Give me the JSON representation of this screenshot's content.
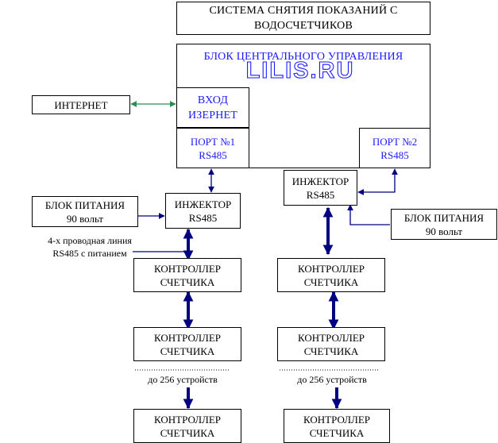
{
  "title": {
    "line1": "СИСТЕМА СНЯТИЯ ПОКАЗАНИЙ С",
    "line2": "ВОДОСЧЕТЧИКОВ"
  },
  "central_unit": {
    "label": "БЛОК ЦЕНТРАЛЬНОГО УПРАВЛЕНИЯ",
    "logo": "LILIS.RU"
  },
  "ethernet_input": {
    "line1": "ВХОД",
    "line2": "ИЗЕРНЕТ"
  },
  "internet": {
    "label": "ИНТЕРНЕТ"
  },
  "port1": {
    "line1": "ПОРТ №1",
    "line2": "RS485"
  },
  "port2": {
    "line1": "ПОРТ №2",
    "line2": "RS485"
  },
  "injector_left": {
    "line1": "ИНЖЕКТОР",
    "line2": "RS485"
  },
  "injector_right": {
    "line1": "ИНЖЕКТОР",
    "line2": "RS485"
  },
  "power_left": {
    "line1": "БЛОК ПИТАНИЯ",
    "line2": "90 вольт"
  },
  "power_right": {
    "line1": "БЛОК ПИТАНИЯ",
    "line2": "90 вольт"
  },
  "wire_note": {
    "line1": "4-х проводная линия",
    "line2": "RS485 с питанием"
  },
  "controller": {
    "line1": "КОНТРОЛЛЕР",
    "line2": "СЧЕТЧИКА"
  },
  "limit_left": "до 256 устройств",
  "limit_right": "до 256 устройств",
  "colors": {
    "connector": "#000080",
    "internet_link": "#2e8b57",
    "text_blue": "#1a1aff"
  }
}
